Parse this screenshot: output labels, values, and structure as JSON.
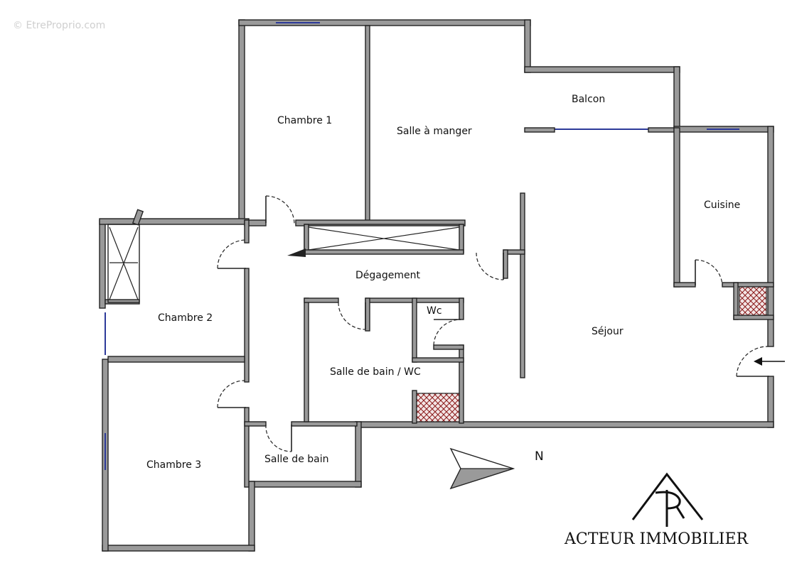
{
  "watermark": "© EtreProprio.com",
  "rooms": {
    "chambre1": "Chambre 1",
    "salle_a_manger": "Salle à manger",
    "balcon": "Balcon",
    "cuisine": "Cuisine",
    "chambre2": "Chambre 2",
    "degagement": "Dégagement",
    "wc": "Wc",
    "sejour": "Séjour",
    "salle_de_bain_wc": "Salle de bain / WC",
    "chambre3": "Chambre 3",
    "salle_de_bain": "Salle de bain"
  },
  "compass": {
    "label": "N"
  },
  "brand": {
    "name": "ACTEUR IMMOBILIER"
  },
  "colors": {
    "wall": "#9a9a9a",
    "window": "#2d3a9a",
    "hatch": "#8b1a1a"
  }
}
